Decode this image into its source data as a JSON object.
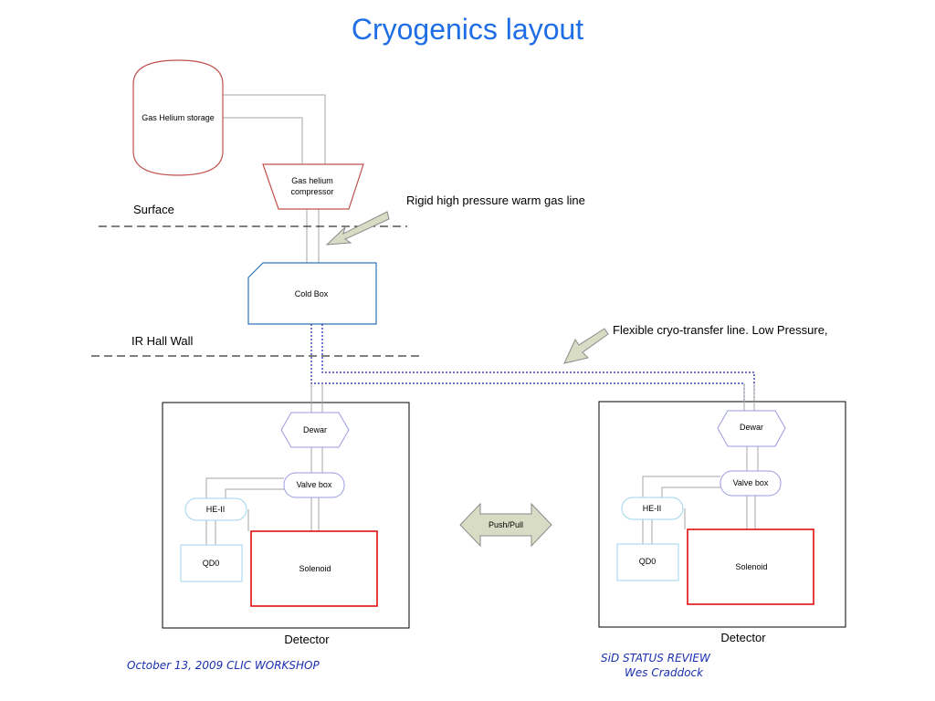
{
  "title": "Cryogenics layout",
  "labels": {
    "storage": "Gas Helium storage",
    "compressor_1": "Gas helium",
    "compressor_2": "compressor",
    "surface": "Surface",
    "rigid_line": "Rigid high pressure warm gas line",
    "cold_box": "Cold Box",
    "ir_hall_wall": "IR Hall Wall",
    "flexible_line": "Flexible cryo-transfer line. Low Pressure,",
    "push_pull": "Push/Pull"
  },
  "detector_left": {
    "dewar": "Dewar",
    "valve_box": "Valve box",
    "he2": "HE-II",
    "qd0": "QD0",
    "solenoid": "Solenoid",
    "caption": "Detector"
  },
  "detector_right": {
    "dewar": "Dewar",
    "valve_box": "Valve box",
    "he2": "HE-II",
    "qd0": "QD0",
    "solenoid": "Solenoid",
    "caption": "Detector"
  },
  "footer": {
    "left": "October 13, 2009  CLIC WORKSHOP",
    "right_1": "SiD STATUS REVIEW",
    "right_2": "Wes Craddock"
  },
  "colors": {
    "title": "#1f6ee6",
    "storage_stroke": "#c0504d",
    "cold_box_stroke": "#2e75b6",
    "solenoid_stroke": "#e00000",
    "dewar_stroke": "#9a9ae0",
    "he2_stroke": "#9fd6ec",
    "transfer_line": "#1a1aa8",
    "pipe": "#a6a6a6",
    "arrow_fill": "#d8dcc4",
    "footer_text": "#1a2fb0"
  }
}
